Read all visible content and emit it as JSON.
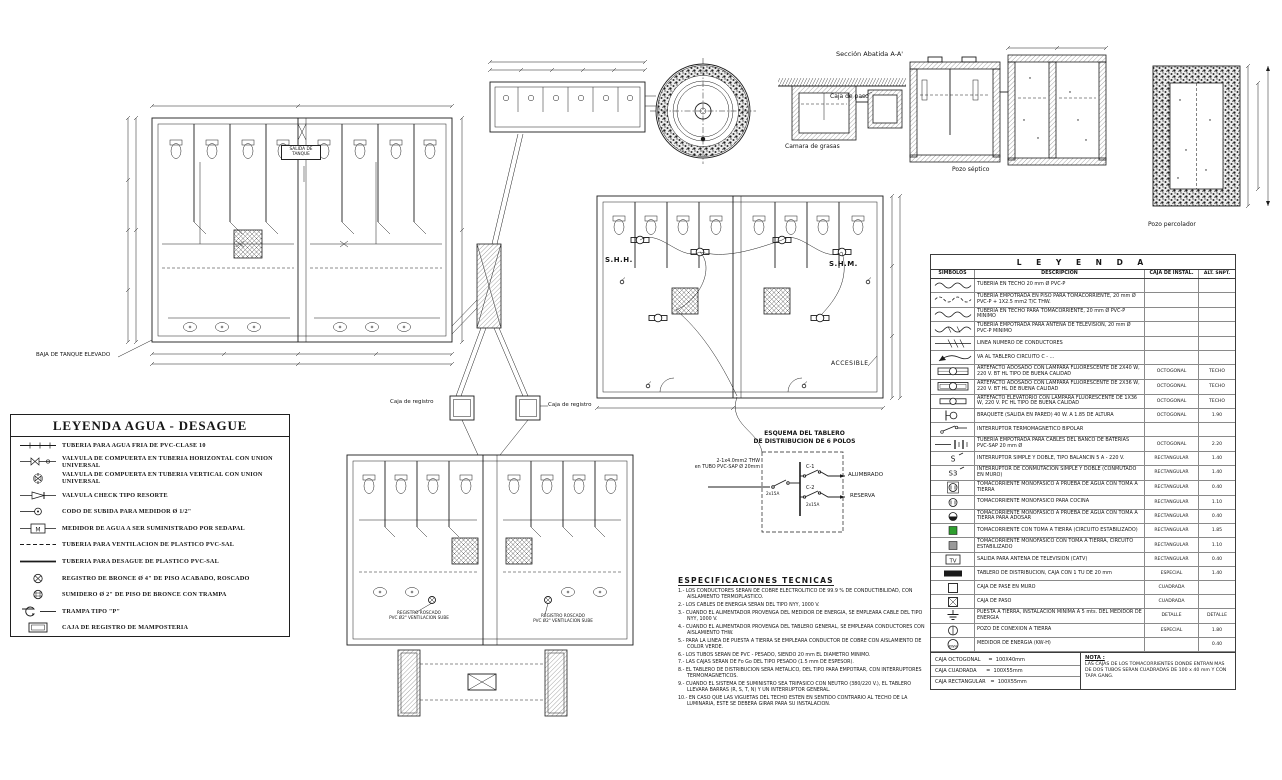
{
  "colors": {
    "ink": "#1a1a1a",
    "paper": "#ffffff",
    "accent_green": "#2f9e2f",
    "accent_gray": "#9a9a9a"
  },
  "labels": {
    "seccion_abatida": "Sección Abatida A-A'",
    "caja_de_paso": "Caja de paso",
    "camara_de_grasas": "Camara de grasas",
    "pozo_septico": "Pozo séptico",
    "pozo_percolador": "Pozo percolador",
    "baja_tanque": "BAJA DE TANQUE ELEVADO",
    "salida_tanque": "SALIDA DE TANQUE",
    "shh": "S.H.H.",
    "shm": "S.H.M.",
    "accesible": "ACCESIBLE",
    "caja_registro": "Caja de registro",
    "registro_l1": "REGISTRO ROSCADO",
    "registro_l2": "PVC Ø2\" VENTILACION SUBE"
  },
  "esquema": {
    "title_l1": "ESQUEMA  DEL  TABLERO",
    "title_l2": "DE  DISTRIBUCION  DE  6 POLOS",
    "feed_l1": "2-1x4.0mm2 THW",
    "feed_l2": "en TUBO PVC-SAP Ø 20mm",
    "c1": "C-1",
    "c2": "C-2",
    "c1_load": "ALUMBRADO",
    "c2_load": "RESERVA",
    "breaker1": "2x15A",
    "breaker2": "2x15A"
  },
  "leyenda_agua": {
    "title": "LEYENDA AGUA - DESAGUE",
    "rows": [
      {
        "icon": "cold-water-pipe-icon",
        "desc": "TUBERIA PARA AGUA FRIA DE PVC-CLASE 10"
      },
      {
        "icon": "gate-valve-horizontal-icon",
        "desc": "VALVULA DE COMPUERTA EN TUBERIA HORIZONTAL CON UNION UNIVERSAL"
      },
      {
        "icon": "gate-valve-vertical-icon",
        "desc": "VALVULA DE COMPUERTA EN TUBERIA VERTICAL CON UNION UNIVERSAL"
      },
      {
        "icon": "check-valve-icon",
        "desc": "VALVULA CHECK TIPO RESORTE"
      },
      {
        "icon": "riser-elbow-icon",
        "desc": "CODO DE SUBIDA PARA MEDIDOR Ø 1/2\""
      },
      {
        "icon": "water-meter-icon",
        "glyph": "M",
        "desc": "MEDIDOR DE AGUA A SER SUMINISTRADO POR SEDAPAL"
      },
      {
        "icon": "vent-pipe-icon",
        "desc": "TUBERIA PARA VENTILACION DE PLASTICO PVC-SAL"
      },
      {
        "icon": "drain-pipe-icon",
        "desc": "TUBERIA PARA DESAGUE DE PLASTICO PVC-SAL"
      },
      {
        "icon": "bronze-register-icon",
        "desc": "REGISTRO DE BRONCE Ø 4\" DE PISO ACABADO, ROSCADO"
      },
      {
        "icon": "floor-drain-icon",
        "desc": "SUMIDERO Ø 2\" DE PISO DE BRONCE CON TRAMPA"
      },
      {
        "icon": "p-trap-icon",
        "desc": "TRAMPA TIPO \"P\""
      },
      {
        "icon": "inspection-box-icon",
        "desc": "CAJA DE REGISTRO DE MAMPOSTERIA"
      }
    ]
  },
  "leyenda": {
    "title": "L E Y E N D A",
    "headers": {
      "simbolos": "SIMBOLOS",
      "descripcion": "DESCRIPCION",
      "caja": "CAJA DE INSTAL.",
      "alt": "ALT. SNPT."
    },
    "rows": [
      {
        "icon": "conduit-ceiling-icon",
        "desc": "TUBERIA EN TECHO 20 mm Ø PVC-P",
        "caja": "",
        "alt": ""
      },
      {
        "icon": "conduit-floor-icon",
        "desc": "TUBERIA EMPOTRADA EN PISO PARA TOMACORRIENTE, 20 mm Ø PVC-P + 1X2.5 mm2 T/C THW.",
        "caja": "",
        "alt": ""
      },
      {
        "icon": "conduit-ceiling-icon",
        "desc": "TUBERIA EN TECHO PARA TOMACORRIENTE, 20 mm Ø PVC-P MINIMO",
        "caja": "",
        "alt": ""
      },
      {
        "icon": "conduit-tv-icon",
        "desc": "TUBERIA EMPOTRADA PARA ANTENA DE TELEVISION, 20 mm Ø PVC-P MINIMO",
        "caja": "",
        "alt": ""
      },
      {
        "icon": "conductor-count-icon",
        "desc": "LINEA NUMERO DE CONDUCTORES",
        "caja": "",
        "alt": ""
      },
      {
        "icon": "homerun-arrow-icon",
        "desc": "VA AL TABLERO CIRCUITO C - ...",
        "caja": "",
        "alt": ""
      },
      {
        "icon": "fluorescent-2x40-icon",
        "desc": "ARTEFACTO ADOSADO CON LAMPARA FLUORESCENTE DE 2X40 W, 220 V. BT HL TIPO DE BUENA CALIDAD",
        "caja": "OCTOGONAL",
        "alt": "TECHO"
      },
      {
        "icon": "fluorescent-2x36-icon",
        "desc": "ARTEFACTO ADOSADO CON LAMPARA FLUORESCENTE DE 2X36 W, 220 V. BT HL DE BUENA CALIDAD",
        "caja": "OCTOGONAL",
        "alt": "TECHO"
      },
      {
        "icon": "fluorescent-1x36-icon",
        "desc": "ARTEFACTO ELEVATORIO CON LAMPARA FLUORESCENTE DE 1X36 W, 220 V. PC HL TIPO DE BUENA CALIDAD",
        "caja": "OCTOGONAL",
        "alt": "TECHO"
      },
      {
        "icon": "braquete-icon",
        "desc": "BRAQUETE (SALIDA EN PARED) 40 W. A 1.85 DE ALTURA",
        "caja": "OCTOGONAL",
        "alt": "1.90"
      },
      {
        "icon": "breaker-icon",
        "desc": "INTERRUPTOR TERMOMAGNETICO BIPOLAR",
        "caja": "",
        "alt": ""
      },
      {
        "icon": "battery-conduit-icon",
        "desc": "TUBERIA EMPOTRADA PARA CABLES DEL BANCO DE BATERIAS PVC-SAP 20 mm Ø",
        "caja": "OCTOGONAL",
        "alt": "2.20"
      },
      {
        "icon": "switch-icon",
        "glyph": "S",
        "desc": "INTERRUPTOR SIMPLE Y DOBLE, TIPO BALANCIN 5 A - 220 V.",
        "caja": "RECTANGULAR",
        "alt": "1.40"
      },
      {
        "icon": "switch-3way-icon",
        "glyph": "S3",
        "desc": "INTERRUPTOR DE CONMUTACION SIMPLE Y DOBLE (CONMUTADO EN MURO)",
        "caja": "RECTANGULAR",
        "alt": "1.40"
      },
      {
        "icon": "outlet-wp-icon",
        "desc": "TOMACORRIENTE MONOFASICO A PRUEBA DE AGUA CON TOMA A TIERRA",
        "caja": "RECTANGULAR",
        "alt": "0.40"
      },
      {
        "icon": "outlet-icon",
        "desc": "TOMACORRIENTE MONOFASICO PARA COCINA",
        "caja": "RECTANGULAR",
        "alt": "1.10"
      },
      {
        "icon": "outlet-adosar-icon",
        "desc": "TOMACORRIENTE MONOFASICO A PRUEBA DE AGUA CON TOMA A TIERRA PARA ADOSAR",
        "caja": "RECTANGULAR",
        "alt": "0.40"
      },
      {
        "icon": "outlet-green-icon",
        "desc": "TOMACORRIENTE CON TOMA A TIERRA (CIRCUITO ESTABILIZADO)",
        "caja": "RECTANGULAR",
        "alt": "1.85"
      },
      {
        "icon": "outlet-stab-icon",
        "desc": "TOMACORRIENTE MONOFASICO CON TOMA A TIERRA, CIRCUITO ESTABILIZADO",
        "caja": "RECTANGULAR",
        "alt": "1.10"
      },
      {
        "icon": "tv-outlet-icon",
        "glyph": "TV",
        "desc": "SALIDA PARA ANTENA DE TELEVISION (CATV)",
        "caja": "RECTANGULAR",
        "alt": "0.40"
      },
      {
        "icon": "tablero-icon",
        "desc": "TABLERO DE DISTRIBUCION, CAJA CON 1 TU DE 20 mm",
        "caja": "ESPECIAL",
        "alt": "1.40"
      },
      {
        "icon": "caja-pase-icon",
        "desc": "CAJA DE PASE EN MURO",
        "caja": "CUADRADA",
        "alt": ""
      },
      {
        "icon": "caja-paso-icon",
        "desc": "CAJA DE PASO",
        "caja": "CUADRADA",
        "alt": ""
      },
      {
        "icon": "ground-icon",
        "desc": "PUESTA A TIERRA, INSTALACION MINIMA A 5 mts. DEL MEDIDOR DE ENERGIA",
        "caja": "DETALLE",
        "alt": "DETALLE"
      },
      {
        "icon": "pozo-tierra-icon",
        "desc": "POZO DE CONEXION A TIERRA",
        "caja": "ESPECIAL",
        "alt": "1.80"
      },
      {
        "icon": "energy-meter-icon",
        "glyph": "KWH",
        "desc": "MEDIDOR DE ENERGIA (KW-H)",
        "caja": "",
        "alt": "0.40"
      }
    ],
    "cajas": [
      "CAJA OCTOGONAL     =  100X40mm",
      "CAJA CUADRADA      =  100X55mm",
      "CAJA RECTANGULAR   =  100X55mm"
    ],
    "nota_title": "NOTA :",
    "nota": "LAS CAJAS DE LOS TOMACORRIENTES DONDE ENTRAN MAS DE DOS TUBOS SERAN CUADRADAS DE 100 x 40 mm Y CON TAPA GANG."
  },
  "especificaciones": {
    "title": "ESPECIFICACIONES  TECNICAS",
    "items": [
      "1.- LOS CONDUCTORES SERAN DE COBRE ELECTROLITICO DE 99.9 % DE CONDUCTIBILIDAD, CON AISLAMIENTO TERMOPLASTICO.",
      "2.- LOS CABLES DE ENERGIA SERAN DEL TIPO NYY, 1000 V.",
      "3.- CUANDO EL ALIMENTADOR PROVENGA DEL MEDIDOR DE ENERGIA, SE EMPLEARA CABLE DEL TIPO NYY, 1000 V.",
      "4.- CUANDO EL ALIMENTADOR PROVENGA DEL TABLERO GENERAL, SE EMPLEARA CONDUCTORES CON AISLAMIENTO THW.",
      "5.- PARA LA LINEA DE PUESTA A TIERRA SE EMPLEARA CONDUCTOR DE COBRE CON AISLAMIENTO DE COLOR VERDE.",
      "6.- LOS TUBOS SERAN DE PVC - PESADO, SIENDO 20 mm EL DIAMETRO MINIMO.",
      "7.- LAS CAJAS SERAN DE Fo Go DEL TIPO PESADO (1.5 mm DE ESPESOR).",
      "8.- EL TABLERO DE DISTRIBUCION SERA METALICO, DEL TIPO PARA EMPOTRAR, CON INTERRUPTORES TERMOMAGNETICOS.",
      "9.- CUANDO EL SISTEMA DE SUMINISTRO SEA TRIFASICO CON NEUTRO (380/220 V.), EL TABLERO LLEVARA BARRAS (R, S, T, N) Y UN INTERRUPTOR GENERAL.",
      "10.- EN CASO QUE LAS VIGUETAS DEL TECHO ESTEN EN SENTIDO CONTRARIO AL TECHO DE LA LUMINARIA, ESTE SE DEBERA GIRAR PARA SU INSTALACION."
    ]
  }
}
